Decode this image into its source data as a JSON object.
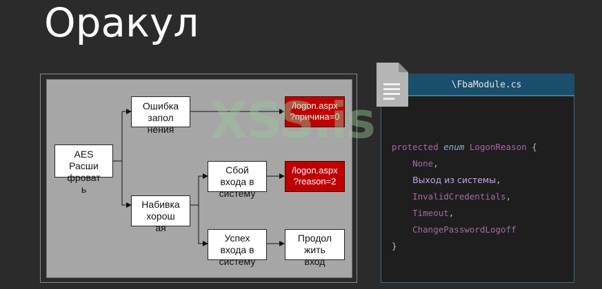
{
  "slide": {
    "title": "Оракул"
  },
  "watermark": "XSS.is",
  "diagram": {
    "nodes": {
      "aes": "AES\nРасши\nфроват\nь",
      "fill_error": "Ошибка\nзапол\nнения",
      "logon_reason_0": "/logon.aspx\n?причина=0",
      "padding_ok": "Набивка\nхорош\nая",
      "login_fail": "Сбой\nвхода в\nсистему",
      "logon_reason_2": "/logon.aspx\n?reason=2",
      "login_ok": "Успех\nвхода в\nсистему",
      "continue": "Продол\nжить\nвход"
    }
  },
  "code_panel": {
    "tab_title": "\\FbaModule.cs",
    "icon": "document-icon",
    "decl": {
      "modifier": "protected",
      "keyword": "enum",
      "name": "LogonReason",
      "open": "{"
    },
    "members": [
      {
        "name": "None",
        "sep": ","
      },
      {
        "name": "Выход из системы",
        "sep": ","
      },
      {
        "name": "InvalidCredentials",
        "sep": ","
      },
      {
        "name": "Timeout",
        "sep": ","
      },
      {
        "name": "ChangePasswordLogoff",
        "sep": ""
      }
    ],
    "close": "}"
  },
  "colors": {
    "background": "#2b2b2b",
    "diagram_bg": "#a6a6a6",
    "red_node": "#c00000",
    "code_bg": "#1e1e1e",
    "tab_bg": "#1a4f6b"
  }
}
